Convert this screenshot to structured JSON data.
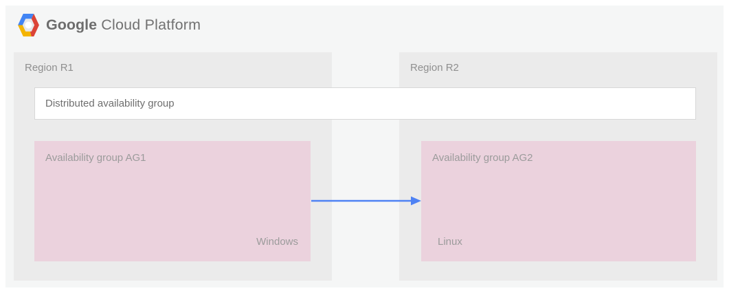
{
  "header": {
    "brand_google": "Google",
    "brand_rest": "Cloud Platform",
    "logo": {
      "icon_name": "google-cloud-platform-logo-icon",
      "blue": "#4285f4",
      "red": "#db4437",
      "yellow": "#f4b400"
    }
  },
  "diagram": {
    "dag_label": "Distributed availability group",
    "regions": [
      {
        "label": "Region R1",
        "group": {
          "title": "Availability group AG1",
          "os": "Windows"
        }
      },
      {
        "label": "Region R2",
        "group": {
          "title": "Availability group AG2",
          "os": "Linux"
        }
      }
    ],
    "arrow": {
      "direction": "left-to-right",
      "color": "#4e82f4"
    }
  },
  "colors": {
    "page_background": "#ffffff",
    "panel_background": "#f5f6f6",
    "region_background": "#ebebeb",
    "availability_group_background": "#ebd2dd",
    "dag_box_background": "#ffffff",
    "dag_box_border": "#d7d7d7",
    "text_gray": "#8f8f8f"
  }
}
